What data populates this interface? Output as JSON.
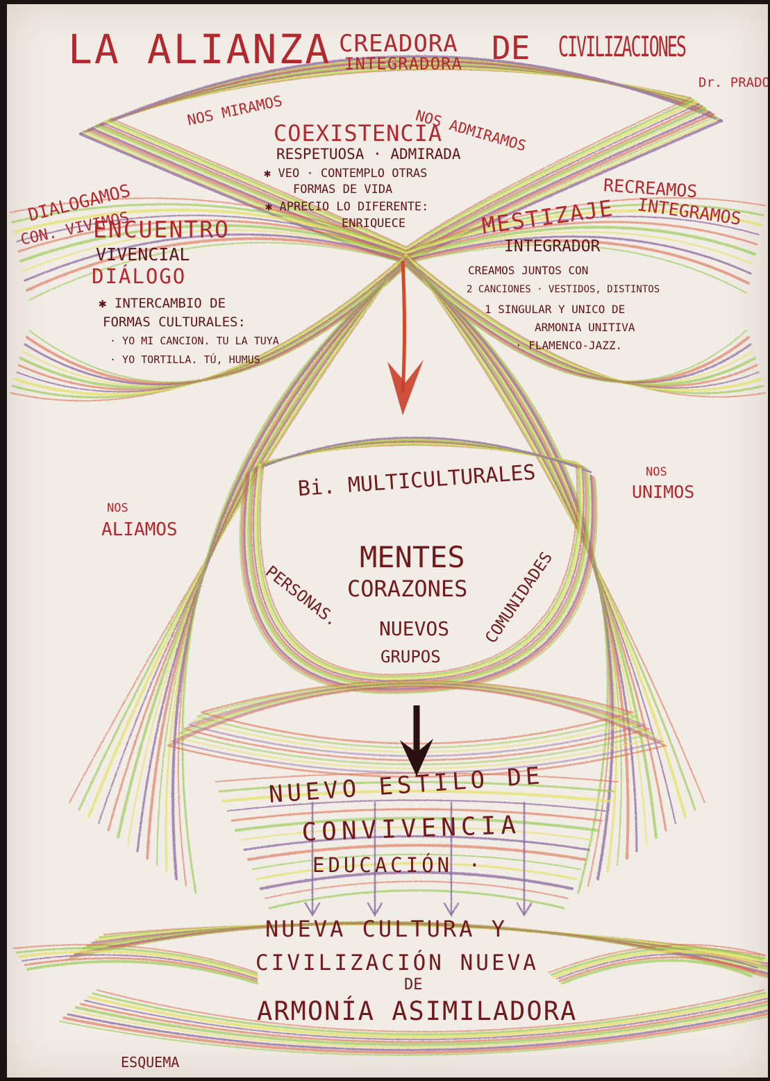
{
  "title": {
    "line1": "LA ALIANZA",
    "word_creadora": "CREADORA",
    "word_integradora": "INTEGRADORA",
    "word_de": "DE",
    "word_civilizaciones": "CIVILIZACIONES",
    "author": "Dr. PRADO"
  },
  "top_eye": {
    "left_verb": "NOS MIRAMOS",
    "right_verb": "NOS ADMIRAMOS",
    "heading": "COEXISTENCIA",
    "sub": "RESPETUOSA · ADMIRADA",
    "bullet1_a": "✱ VEO · CONTEMPLO OTRAS",
    "bullet1_b": "FORMAS DE VIDA",
    "bullet2_a": "✱ APRECIO LO DIFERENTE:",
    "bullet2_b": "ENRIQUECE"
  },
  "left_wing": {
    "verb1": "DIALOGAMOS",
    "verb2": "CON. VIVIMOS",
    "heading": "ENCUENTRO",
    "sub1": "VIVENCIAL",
    "sub2": "DIÁLOGO",
    "bullet_a": "✱ INTERCAMBIO DE",
    "bullet_b": "FORMAS CULTURALES:",
    "item1": "· YO MI CANCION. TU LA TUYA",
    "item2": "· YO TORTILLA. TÚ, HUMUS"
  },
  "right_wing": {
    "verb1": "RECREAMOS",
    "verb2": "INTEGRAMOS",
    "heading": "MESTIZAJE",
    "sub": "INTEGRADOR",
    "line1": "CREAMOS JUNTOS CON",
    "line2": "2 CANCIONES · VESTIDOS, DISTINTOS",
    "line3": "1 SINGULAR Y UNICO DE",
    "line4": "ARMONIA UNITIVA",
    "line5": "· FLAMENCO-JAZZ."
  },
  "center_bowl": {
    "left_verb1": "NOS",
    "left_verb2": "ALIAMOS",
    "right_verb1": "NOS",
    "right_verb2": "UNIMOS",
    "arc_text": "Bi. MULTICULTURALES",
    "word1": "MENTES",
    "word2": "CORAZONES",
    "personas": "PERSONAS.",
    "nuevos": "NUEVOS",
    "grupos": "GRUPOS",
    "comunidades": "COMUNIDADES"
  },
  "lower": {
    "line1": "NUEVO ESTILO DE",
    "line2": "CONVIVENCIA",
    "line3": "EDUCACIÓN ·"
  },
  "bottom": {
    "line1": "NUEVA CULTURA Y",
    "line2": "CIVILIZACIÓN NUEVA",
    "line3": "DE",
    "line4": "ARMONÍA ASIMILADORA",
    "footer": "ESQUEMA"
  },
  "colors": {
    "paper": "#f1ece6",
    "red_ink": "#b3282e",
    "dark_ink": "#5e1518",
    "pastel_red": "#d9542e",
    "pastel_green": "#8cc63f",
    "pastel_yellow": "#e3e05a",
    "pastel_purple": "#8e6aa0"
  }
}
